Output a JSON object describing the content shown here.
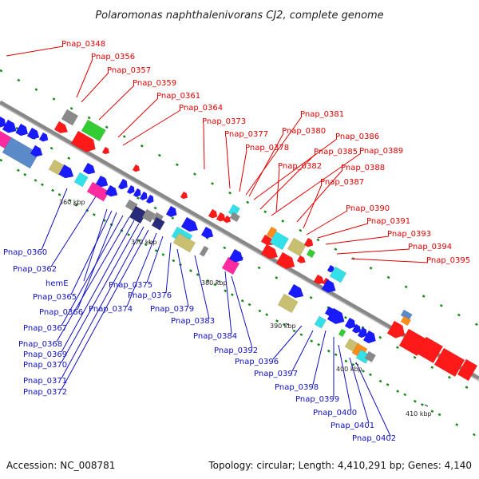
{
  "title": "Polaromonas naphthalenivorans CJ2, complete genome",
  "accession": "Accession: NC_008781",
  "summary": "Topology: circular; Length: 4,410,291 bp; Genes: 4,140",
  "colors": {
    "upper_label": "#e00000",
    "lower_label": "#1010c0",
    "backbone": "#888888",
    "marker": "#1a8a1a",
    "gene_red": "#ff1a1a",
    "gene_blue": "#1a1aff",
    "gene_cyan": "#33e0e8",
    "gene_magenta": "#ff2aa0",
    "gene_olive": "#c8c070",
    "gene_green": "#33cc33",
    "gene_gray": "#8a8a8a",
    "gene_orange": "#ff8c1a",
    "gene_navy": "#2a2a7a",
    "gene_steel": "#5a8ac8"
  },
  "ticks": [
    "360 kbp",
    "370 kbp",
    "380 kbp",
    "390 kbp",
    "400 kbp",
    "410 kbp"
  ],
  "upper_labels": [
    "Pnap_0348",
    "Pnap_0356",
    "Pnap_0357",
    "Pnap_0359",
    "Pnap_0361",
    "Pnap_0364",
    "Pnap_0373",
    "Pnap_0377",
    "Pnap_0378",
    "Pnap_0381",
    "Pnap_0380",
    "Pnap_0386",
    "Pnap_0385",
    "Pnap_0389",
    "Pnap_0382",
    "Pnap_0388",
    "Pnap_0387",
    "Pnap_0390",
    "Pnap_0391",
    "Pnap_0393",
    "Pnap_0394",
    "Pnap_0395"
  ],
  "lower_labels": [
    "Pnap_0360",
    "Pnap_0362",
    "hemE",
    "Pnap_0365",
    "Pnap_0366",
    "Pnap_0367",
    "Pnap_0368",
    "Pnap_0369",
    "Pnap_0370",
    "Pnap_0371",
    "Pnap_0372",
    "Pnap_0375",
    "Pnap_0374",
    "Pnap_0376",
    "Pnap_0379",
    "Pnap_0383",
    "Pnap_0384",
    "Pnap_0392",
    "Pnap_0396",
    "Pnap_0397",
    "Pnap_0398",
    "Pnap_0399",
    "Pnap_0400",
    "Pnap_0401",
    "Pnap_0402"
  ]
}
